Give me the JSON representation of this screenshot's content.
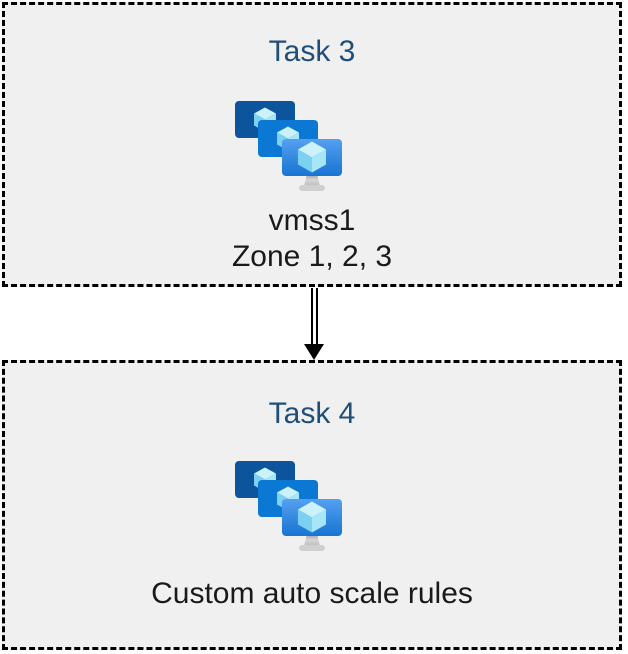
{
  "diagram": {
    "boxes": [
      {
        "title": "Task 3",
        "icon": "virtual-machine-scale-set-icon",
        "lines": [
          "vmss1",
          "Zone 1, 2, 3"
        ]
      },
      {
        "title": "Task 4",
        "icon": "virtual-machine-scale-set-icon",
        "lines": [
          "Custom auto scale rules"
        ]
      }
    ],
    "connector": {
      "from": "Task 3",
      "to": "Task 4",
      "style": "double-line",
      "direction": "down"
    }
  },
  "colors": {
    "box_fill": "#f0f0f0",
    "box_border": "#000000",
    "title_text": "#1f4e79",
    "body_text": "#1a1a1a",
    "arrow": "#000000",
    "monitor_back": "#0c549c",
    "monitor_middle": "#0b78d4",
    "monitor_front_top": "#55a0f0",
    "monitor_front_bottom": "#1874d2",
    "cube_top": "#cbf1fb",
    "cube_left": "#7cd0f2",
    "cube_right": "#a7e6f9",
    "stand_gray": "#c2c2c2"
  }
}
